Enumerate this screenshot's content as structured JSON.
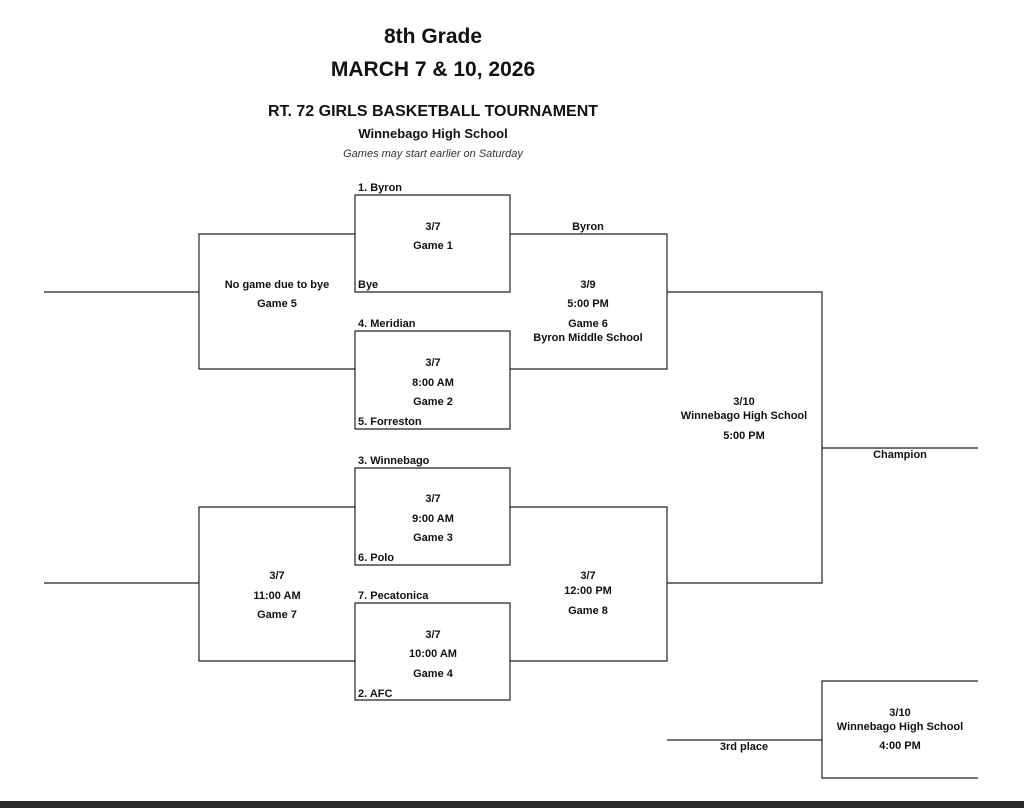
{
  "header": {
    "grade": "8th Grade",
    "dates": "MARCH 7 & 10, 2026",
    "title": "RT. 72 GIRLS BASKETBALL TOURNAMENT",
    "venue": "Winnebago High School",
    "note": "Games may start earlier on Saturday"
  },
  "teams": {
    "byron": "1. Byron",
    "bye": "Bye",
    "meridian": "4. Meridian",
    "forreston": "5. Forreston",
    "winnebago": "3. Winnebago",
    "polo": "6. Polo",
    "pecatonica": "7. Pecatonica",
    "afc": "2. AFC"
  },
  "games": {
    "g1": {
      "date": "3/7",
      "name": "Game 1"
    },
    "g2": {
      "date": "3/7",
      "time": "8:00 AM",
      "name": "Game 2"
    },
    "g3": {
      "date": "3/7",
      "time": "9:00 AM",
      "name": "Game 3"
    },
    "g4": {
      "date": "3/7",
      "time": "10:00 AM",
      "name": "Game 4"
    },
    "g5": {
      "note": "No game due to bye",
      "name": "Game 5"
    },
    "g6": {
      "winner": "Byron",
      "date": "3/9",
      "time": "5:00 PM",
      "name": "Game 6",
      "venue": "Byron Middle School"
    },
    "g7": {
      "date": "3/7",
      "time": "11:00 AM",
      "name": "Game  7"
    },
    "g8": {
      "date": "3/7",
      "time": "12:00 PM",
      "name": "Game 8"
    },
    "final": {
      "date": "3/10",
      "venue": "Winnebago High School",
      "time": "5:00 PM",
      "label": "Champion"
    },
    "third": {
      "date": "3/10",
      "venue": "Winnebago High School",
      "time": "4:00 PM",
      "label": "3rd place"
    }
  }
}
